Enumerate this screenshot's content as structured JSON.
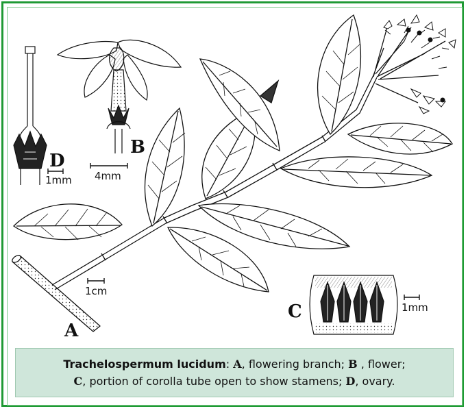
{
  "labels": {
    "a": "A",
    "b": "B",
    "c": "C",
    "d": "D"
  },
  "scales": {
    "d": "1mm",
    "b": "4mm",
    "a": "1cm",
    "c": "1mm"
  },
  "caption": {
    "species": "Trachelospermum lucidum",
    "sep1": ": ",
    "a_letter": "A",
    "a_text": ", flowering branch; ",
    "b_letter": "B",
    "b_text": " , flower;",
    "c_letter": "C",
    "c_text": ", portion of corolla tube open to show stamens; ",
    "d_letter": "D",
    "d_text": ", ovary."
  },
  "colors": {
    "frame": "#1f9a34",
    "caption_bg": "#cfe6da",
    "ink": "#111111"
  }
}
